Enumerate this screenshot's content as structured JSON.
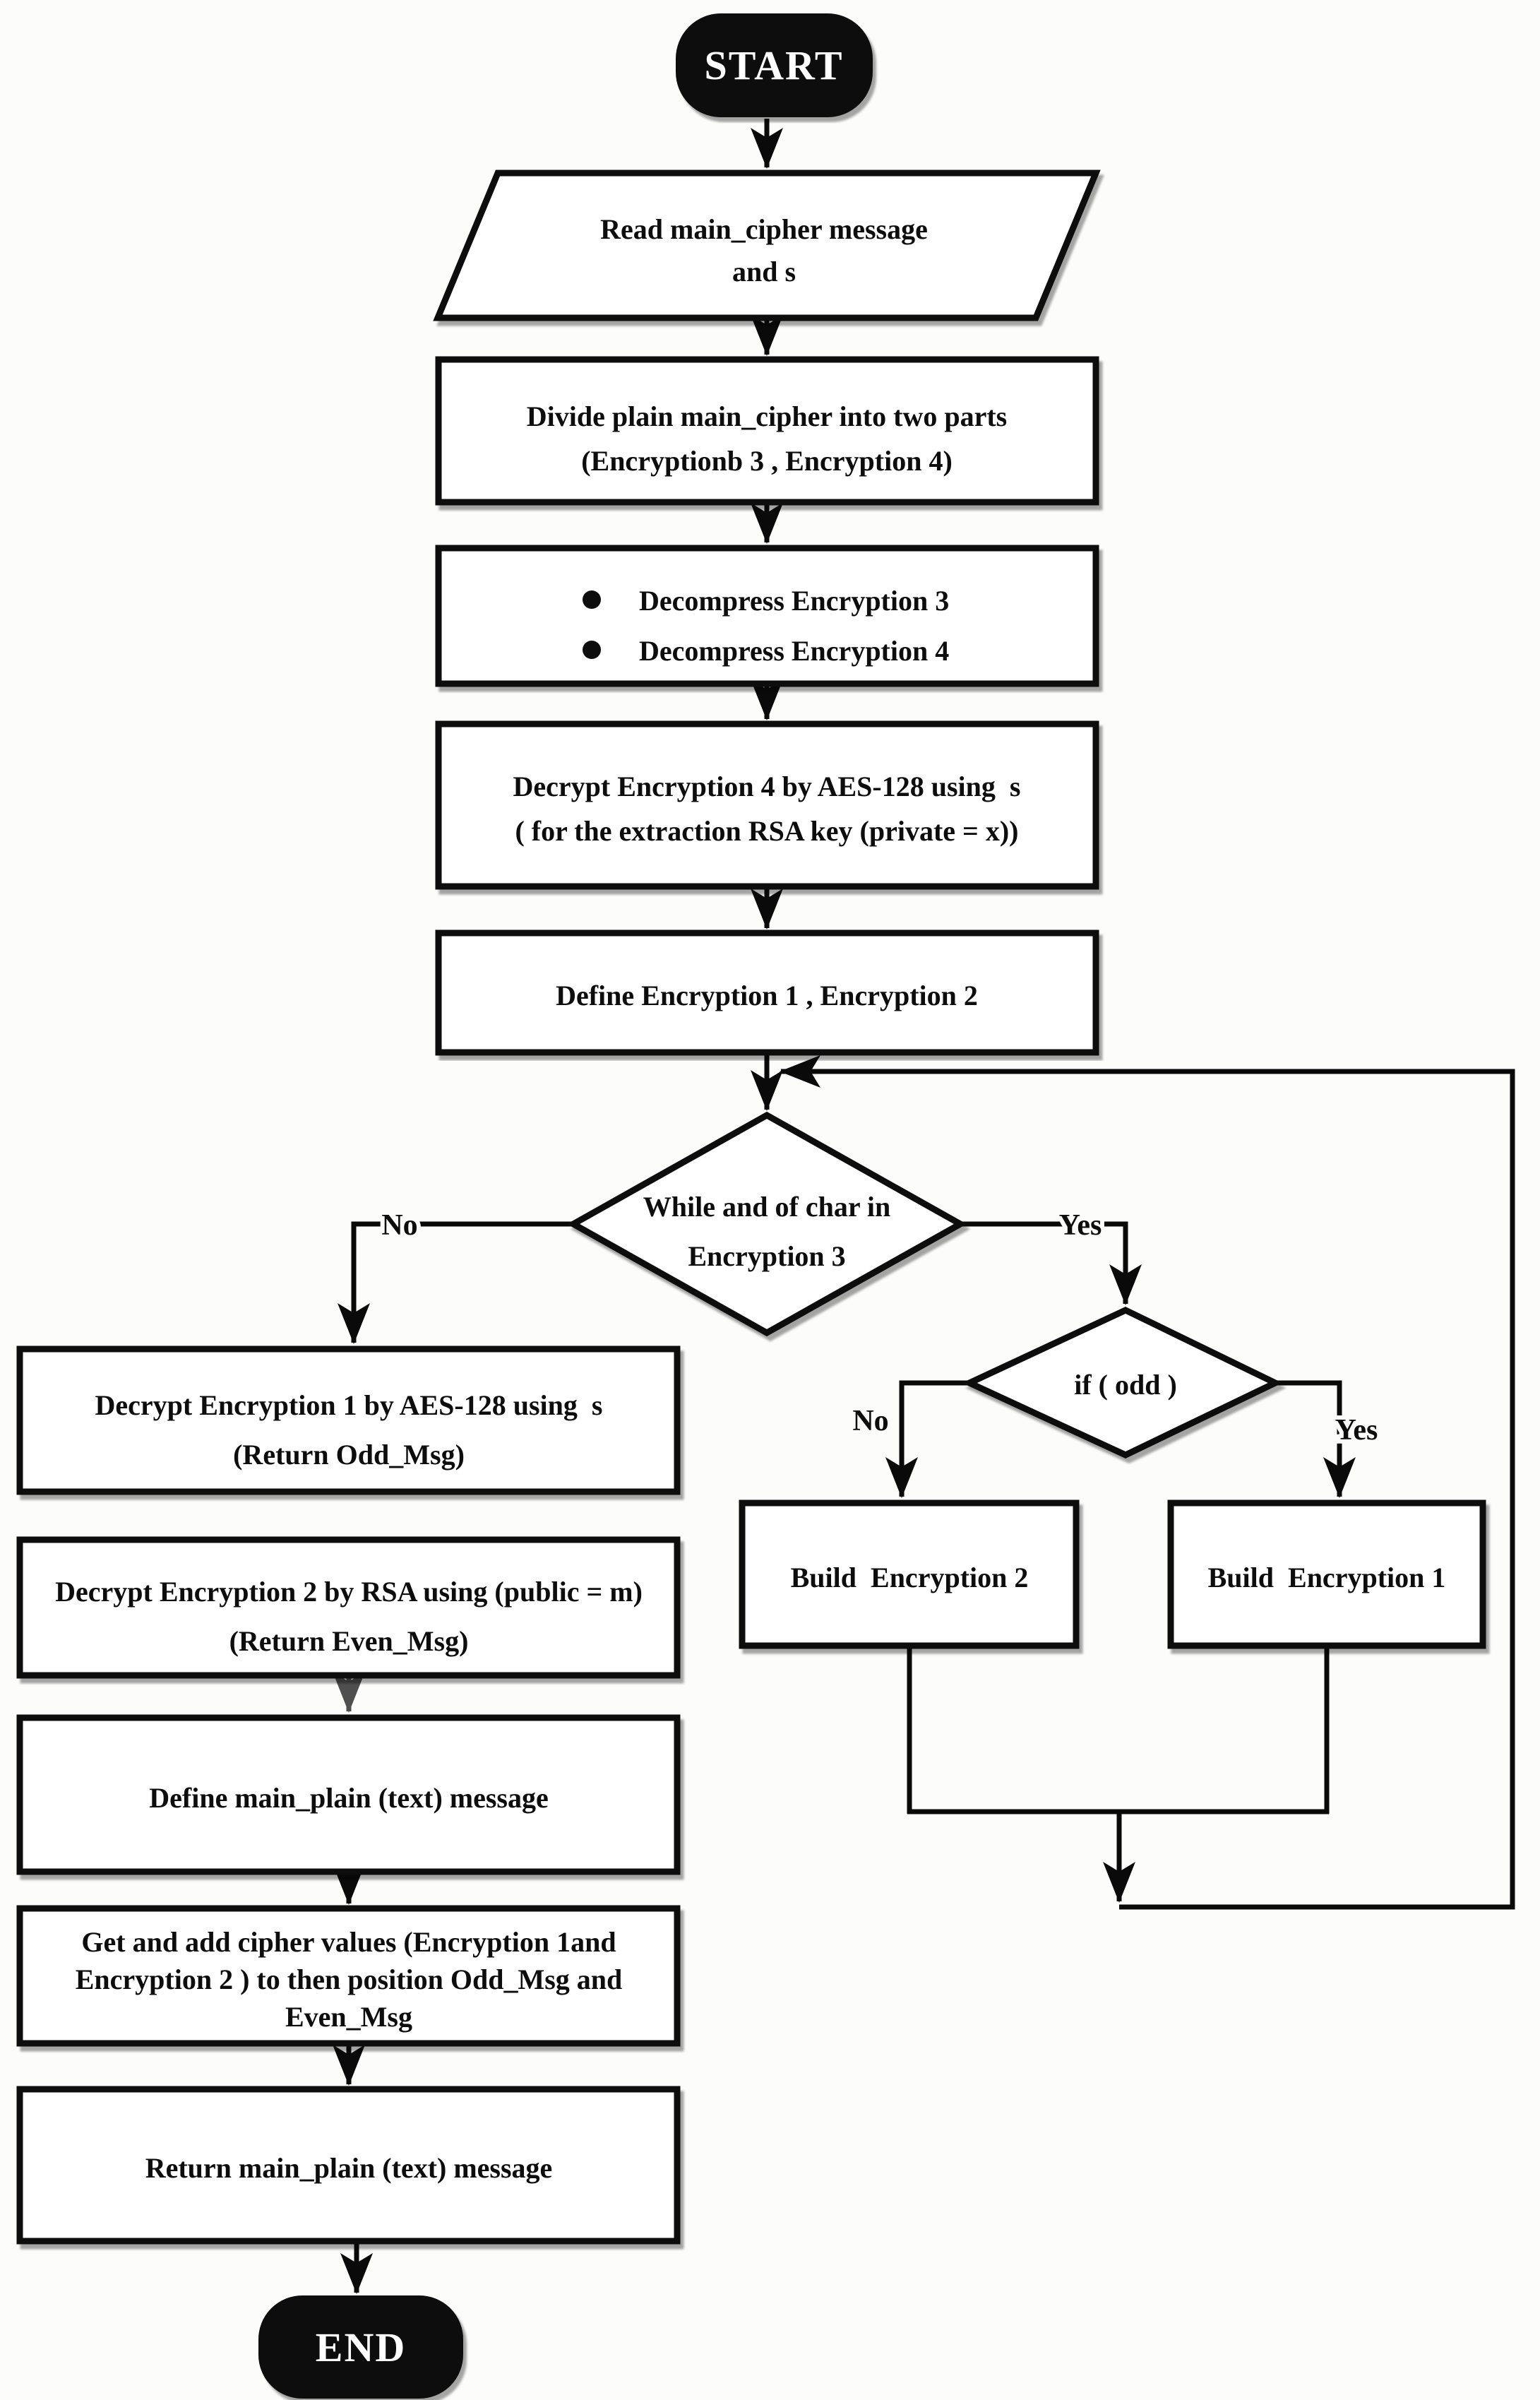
{
  "diagram": {
    "title": "Decryption flowchart",
    "colors": {
      "ink": "#0a0a0a",
      "paper": "#fcfcfb",
      "gray_arrow": "#4f4f4f"
    },
    "nodes": {
      "start": {
        "label": "START"
      },
      "read_input": {
        "lines": [
          "Read main_cipher message",
          "and s"
        ]
      },
      "divide": {
        "lines": [
          "Divide plain main_cipher into two parts",
          "(Encryptionb 3 , Encryption 4)"
        ]
      },
      "decompress": {
        "bullets": [
          "Decompress Encryption 3",
          "Decompress Encryption 4"
        ]
      },
      "decrypt_enc4": {
        "lines": [
          "Decrypt Encryption 4 by AES-128 using  s",
          "( for the extraction RSA key (private = x))"
        ]
      },
      "define_enc12": {
        "lines": [
          "Define Encryption 1 , Encryption 2"
        ]
      },
      "while_decision": {
        "lines": [
          "While and of char in",
          "Encryption 3"
        ]
      },
      "if_decision": {
        "label": "if ( odd )"
      },
      "build_enc2": {
        "label": "Build  Encryption 2"
      },
      "build_enc1": {
        "label": "Build  Encryption 1"
      },
      "decrypt_enc1": {
        "lines": [
          "Decrypt Encryption 1 by AES-128 using  s",
          "(Return Odd_Msg)"
        ]
      },
      "decrypt_enc2": {
        "lines": [
          "Decrypt Encryption 2 by RSA using (public = m)",
          "(Return Even_Msg)"
        ]
      },
      "define_main_plain": {
        "lines": [
          "Define main_plain (text) message"
        ]
      },
      "get_add": {
        "lines": [
          "Get and add cipher values (Encryption 1and",
          "Encryption 2 ) to then position Odd_Msg and",
          "Even_Msg"
        ]
      },
      "return_main_plain": {
        "lines": [
          "Return main_plain (text) message"
        ]
      },
      "end": {
        "label": "END"
      }
    },
    "edge_labels": {
      "while_no": "No",
      "while_yes": "Yes",
      "if_no": "No",
      "if_yes": "Yes"
    }
  }
}
